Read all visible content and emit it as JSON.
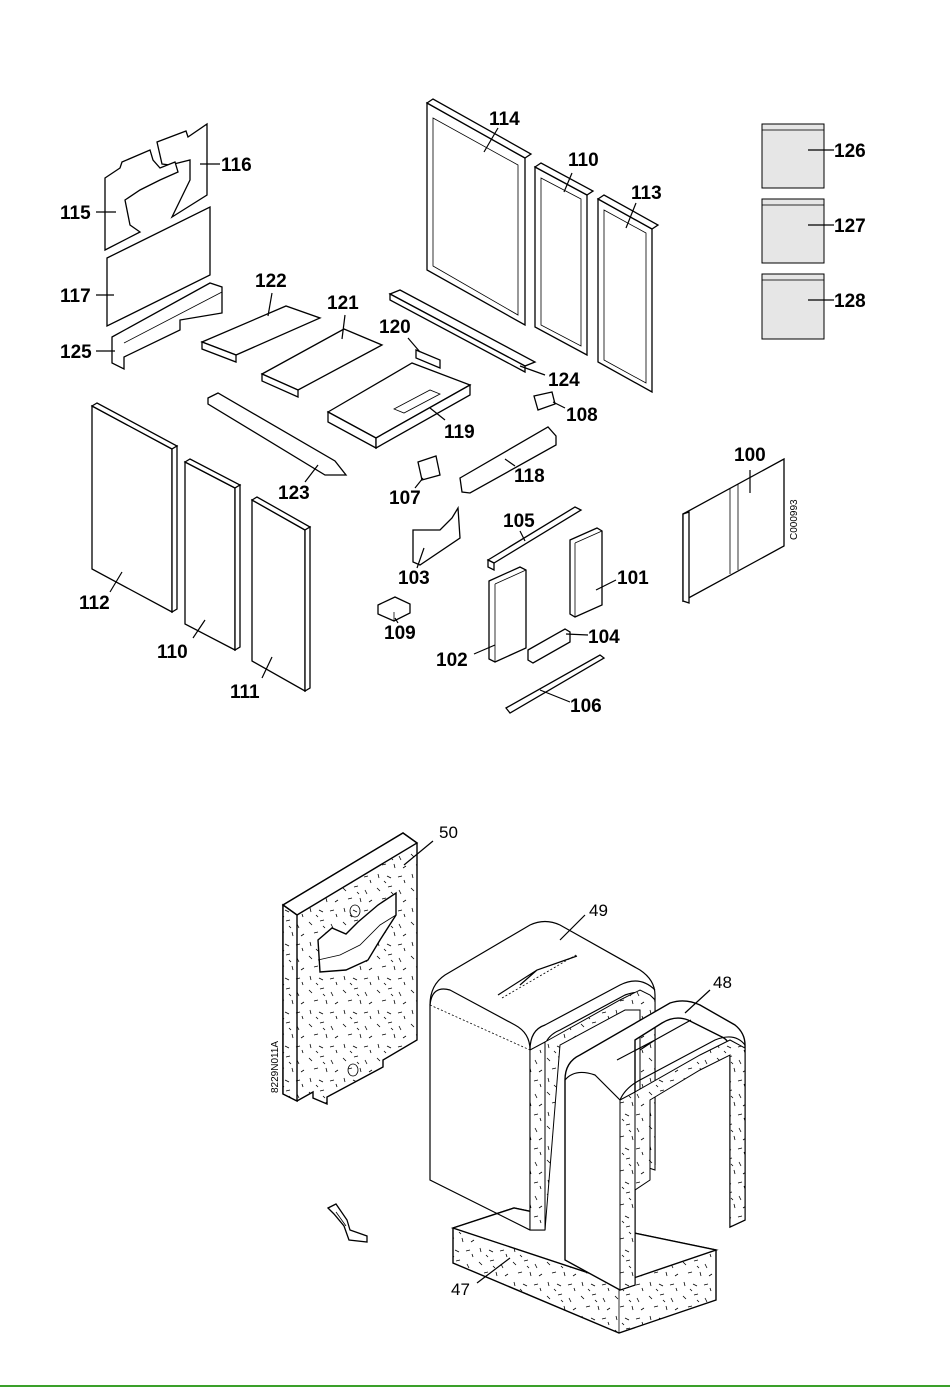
{
  "diagram_top": {
    "labels": [
      "114",
      "110",
      "113",
      "126",
      "127",
      "128",
      "116",
      "115",
      "117",
      "125",
      "122",
      "121",
      "120",
      "124",
      "108",
      "119",
      "123",
      "107",
      "118",
      "100",
      "112",
      "110",
      "111",
      "105",
      "101",
      "103",
      "109",
      "104",
      "102",
      "106"
    ],
    "code": "C000993"
  },
  "diagram_bottom": {
    "labels": [
      "50",
      "49",
      "48",
      "47"
    ],
    "code": "8229N011A"
  },
  "colors": {
    "bottom_rule": "#3aa02a",
    "panel_fill": "#e6e6e6"
  }
}
